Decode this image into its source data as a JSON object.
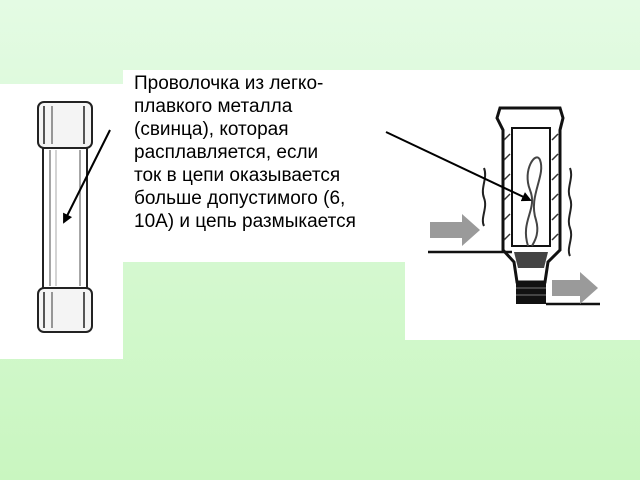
{
  "caption": {
    "lines": [
      "Проволочка из легко-",
      "плавкого металла",
      "(свинца), которая",
      "расплавляется, если",
      "ток в цепи оказывается",
      "больше допустимого (6,",
      "10А) и цепь размыкается"
    ]
  },
  "colors": {
    "background": "#d4f8d0",
    "arrow": "#000000",
    "current_arrow": "#9a9a9a"
  }
}
